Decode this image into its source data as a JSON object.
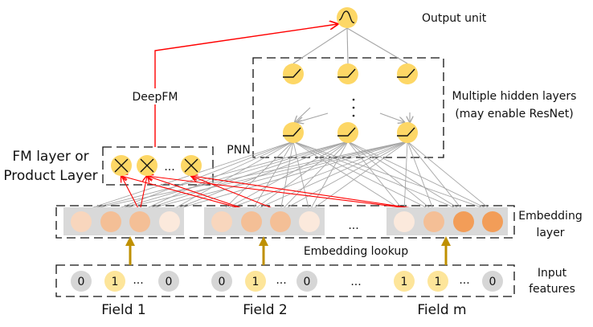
{
  "labels": {
    "output_unit": "Output unit",
    "hidden_line1": "Multiple hidden layers",
    "hidden_line2": "(may enable ResNet)",
    "deepfm": "DeepFM",
    "pnn": "PNN",
    "fm_line1": "FM layer or",
    "fm_line2": "Product Layer",
    "embedding_line1": "Embedding",
    "embedding_line2": "layer",
    "embedding_lookup": "Embedding lookup",
    "input_line1": "Input",
    "input_line2": "features",
    "ellipsis": "..."
  },
  "fields": [
    {
      "name": "Field 1",
      "inputs": [
        "0",
        "1",
        "0"
      ],
      "embedding_colors": [
        "#f8d6bd",
        "#f4bf96",
        "#f4bf96",
        "#fbe9dc"
      ]
    },
    {
      "name": "Field 2",
      "inputs": [
        "0",
        "1",
        "0"
      ],
      "embedding_colors": [
        "#f8d6bd",
        "#f4bf96",
        "#f4bf96",
        "#fbe9dc"
      ]
    },
    {
      "name": "Field m",
      "inputs": [
        "1",
        "1",
        "0"
      ],
      "embedding_colors": [
        "#fbe9dc",
        "#f4bf96",
        "#f29d58",
        "#f29d58"
      ]
    }
  ],
  "colors": {
    "node": "#fdd766",
    "input_zero": "#d6d6d6",
    "input_one": "#fde59a",
    "red_path": "#ff0000",
    "gray_edge": "#a6a6a6",
    "lookup_arrow": "#bf9000",
    "embed_bg": "#d9d9d9"
  }
}
